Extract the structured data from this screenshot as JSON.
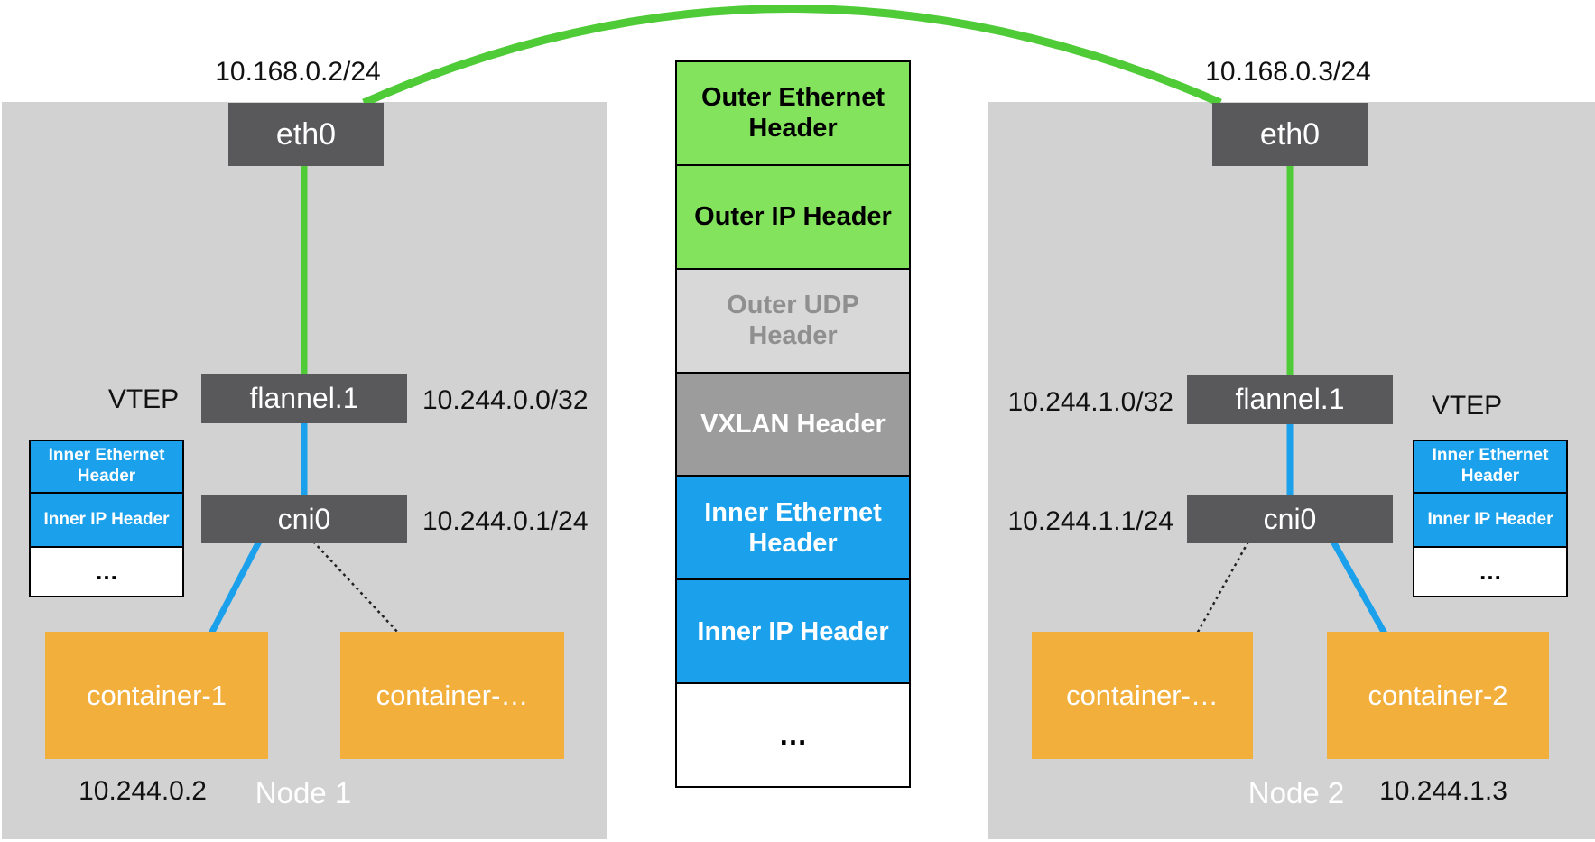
{
  "colors": {
    "node_background": "#D2D2D2",
    "interface_box": "#59595B",
    "container_box": "#F2AF3C",
    "outer_header_green": "#84E35C",
    "udp_header_gray_bg": "#D8D8D8",
    "udp_header_gray_text": "#8F8F8F",
    "vxlan_header_gray": "#9C9C9C",
    "inner_header_blue": "#1BA0EC",
    "physical_link_green": "#4FCB38",
    "overlay_link_blue": "#1BA0EC"
  },
  "node1": {
    "name": "Node 1",
    "eth0_label": "eth0",
    "eth0_ip": "10.168.0.2/24",
    "vtep_label": "VTEP",
    "flannel_label": "flannel.1",
    "flannel_ip": "10.244.0.0/32",
    "cni_label": "cni0",
    "cni_ip": "10.244.0.1/24",
    "container1_label": "container-1",
    "container1_ip": "10.244.0.2",
    "container_more_label": "container-…",
    "inner_stack": {
      "row1": "Inner Ethernet Header",
      "row2": "Inner IP Header",
      "row3": "…"
    }
  },
  "node2": {
    "name": "Node 2",
    "eth0_label": "eth0",
    "eth0_ip": "10.168.0.3/24",
    "vtep_label": "VTEP",
    "flannel_label": "flannel.1",
    "flannel_ip": "10.244.1.0/32",
    "cni_label": "cni0",
    "cni_ip": "10.244.1.1/24",
    "container_more_label": "container-…",
    "container2_label": "container-2",
    "container2_ip": "10.244.1.3",
    "inner_stack": {
      "row1": "Inner Ethernet Header",
      "row2": "Inner IP Header",
      "row3": "…"
    }
  },
  "packet_stack": {
    "row1": "Outer Ethernet Header",
    "row2": "Outer IP Header",
    "row3": "Outer UDP Header",
    "row4": "VXLAN Header",
    "row5": "Inner Ethernet Header",
    "row6": "Inner IP Header",
    "row7": "…"
  }
}
